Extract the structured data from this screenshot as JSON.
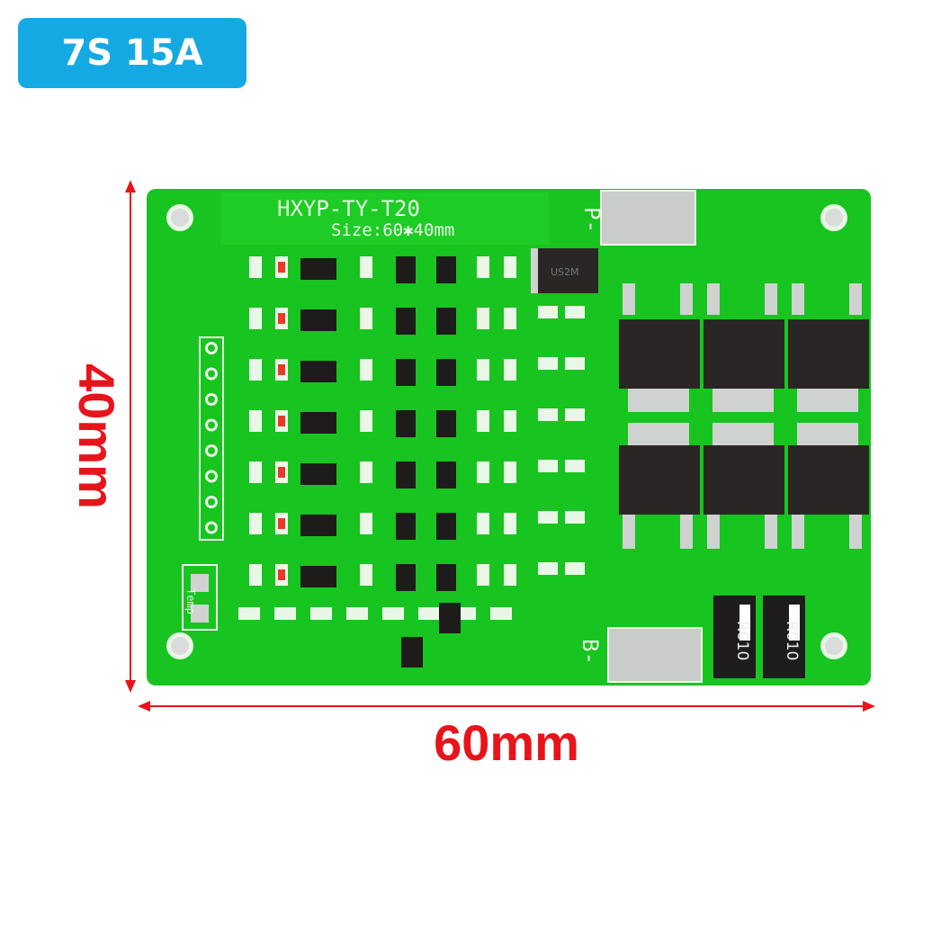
{
  "badge": {
    "label": "7S 15A",
    "color": "#15a9e3"
  },
  "board": {
    "model": "HXYP-TY-T20",
    "size_label": "Size:60✱40mm",
    "pad_p": "P-",
    "pad_b": "B-",
    "temp_label": "Temp",
    "diode_label": "US2M",
    "shunts": [
      "R010",
      "R010"
    ],
    "pcb_color": "#18c41f"
  },
  "dimensions": {
    "height_label": "40mm",
    "width_label": "60mm",
    "color": "#e8141b"
  }
}
